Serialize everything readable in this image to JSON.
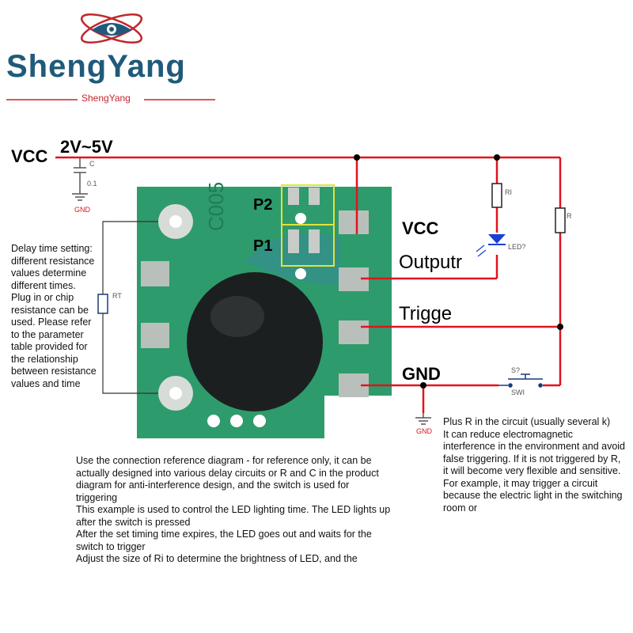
{
  "brand": {
    "name": "ShengYang",
    "subtitle": "ShengYang",
    "primary_color": "#1f5a7a",
    "accent_color": "#c0282e"
  },
  "schematic": {
    "vcc_left_label": "VCC",
    "voltage_label": "2V~5V",
    "cap_label": "C",
    "cap_value": "0.1",
    "gnd_left_label": "GND",
    "pcb_marking": "C005",
    "p2_label": "P2",
    "p1_label": "P1",
    "vcc_pin_label": "VCC",
    "output_pin_label": "Outputr",
    "trigger_pin_label": "Trigge",
    "gnd_pin_label": "GND",
    "rt_label": "RT",
    "ri_label": "RI",
    "led_label": "LED?",
    "r_label": "R",
    "switch_ref_label": "S?",
    "switch_name_label": "SWI",
    "gnd_bottom_label": "GND",
    "wire_color": "#e0141e",
    "pcb_color": "#2e9b6c"
  },
  "notes": {
    "left": "Delay time setting: different resistance values determine different times. Plug in or chip resistance can be used. Please refer to the parameter table provided for the relationship between resistance values and time",
    "bottom": [
      "Use the connection reference diagram - for reference only, it can be actually designed into various delay circuits or R and C in the product diagram for anti-interference design, and the switch is used for triggering",
      "This example is used to control the LED lighting time. The LED lights up after the switch is pressed",
      "After the set timing time expires, the LED goes out and waits for the switch to trigger",
      "Adjust the size of Ri to determine the brightness of LED, and the"
    ],
    "right": [
      "Plus R in the circuit (usually several k)",
      "It can reduce electromagnetic interference in the environment and avoid false triggering. If it is not triggered by R, it will become very flexible and sensitive. For example, it may trigger a circuit because the electric light in the switching room or"
    ]
  }
}
